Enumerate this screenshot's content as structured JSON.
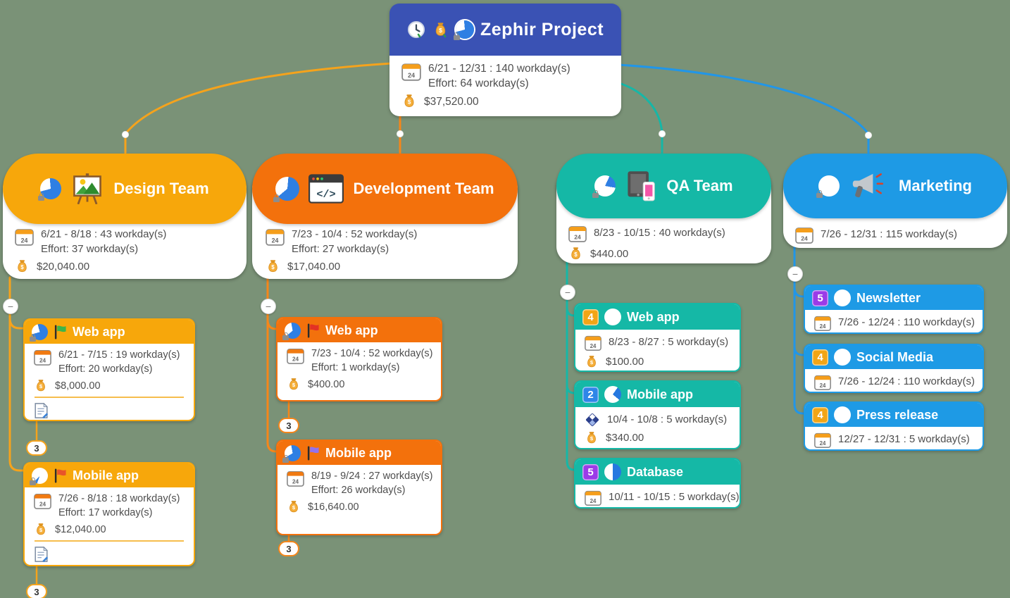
{
  "background_color": "#7a9277",
  "ui": {
    "collapse_glyph": "−"
  },
  "root": {
    "title": "Zephir Project",
    "color": "#3a52b4",
    "icons": [
      "clock-icon",
      "money-bag-icon",
      "pie-chart-icon"
    ],
    "date_range": "6/21 - 12/31 : 140 workday(s)",
    "effort": "Effort: 64 workday(s)",
    "cost": "$37,520.00"
  },
  "teams": [
    {
      "title": "Design Team",
      "color": "#f7a70b",
      "icon": "easel-painting-icon",
      "date_range": "6/21 - 8/18 : 43 workday(s)",
      "effort": "Effort: 37 workday(s)",
      "cost": "$20,040.00",
      "tasks": [
        {
          "title": "Web app",
          "flag_icon": "green-flag-icon",
          "date_range": "6/21 - 7/15 : 19 workday(s)",
          "effort": "Effort: 20 workday(s)",
          "cost": "$8,000.00",
          "has_note": true,
          "collapsed_count": "3"
        },
        {
          "title": "Mobile app",
          "flag_icon": "red-flag-icon",
          "date_range": "7/26 - 8/18 : 18 workday(s)",
          "effort": "Effort: 17 workday(s)",
          "cost": "$12,040.00",
          "has_note": true,
          "collapsed_count": "3"
        }
      ]
    },
    {
      "title": "Development Team",
      "color": "#f3710c",
      "icon": "code-window-icon",
      "date_range": "7/23 - 10/4 : 52 workday(s)",
      "effort": "Effort: 27 workday(s)",
      "cost": "$17,040.00",
      "tasks": [
        {
          "title": "Web app",
          "flag_icon": "red-flag-icon",
          "date_range": "7/23 - 10/4 : 52 workday(s)",
          "effort": "Effort: 1 workday(s)",
          "cost": "$400.00",
          "collapsed_count": "3"
        },
        {
          "title": "Mobile app",
          "flag_icon": "purple-flag-icon",
          "date_range": "8/19 - 9/24 : 27 workday(s)",
          "effort": "Effort: 26 workday(s)",
          "cost": "$16,640.00",
          "collapsed_count": "3"
        }
      ]
    },
    {
      "title": "QA Team",
      "color": "#15b8a6",
      "icon": "tablet-phone-icon",
      "date_range": "8/23 - 10/15 : 40 workday(s)",
      "cost": "$440.00",
      "tasks": [
        {
          "title": "Web app",
          "priority": "4",
          "priority_color": "#f2a516",
          "date_range": "8/23 - 8/27 : 5 workday(s)",
          "cost": "$100.00"
        },
        {
          "title": "Mobile app",
          "priority": "2",
          "priority_color": "#2e86e8",
          "date_range": "10/4 - 10/8 : 5 workday(s)",
          "cost": "$340.00",
          "milestone": true
        },
        {
          "title": "Database",
          "priority": "5",
          "priority_color": "#9b3be8",
          "date_range": "10/11 - 10/15 : 5 workday(s)"
        }
      ]
    },
    {
      "title": "Marketing",
      "color": "#1e9ae5",
      "icon": "megaphone-icon",
      "date_range": "7/26 - 12/31 : 115 workday(s)",
      "tasks": [
        {
          "title": "Newsletter",
          "priority": "5",
          "priority_color": "#9b3be8",
          "date_range": "7/26 - 12/24 : 110 workday(s)"
        },
        {
          "title": "Social Media",
          "priority": "4",
          "priority_color": "#f2a516",
          "date_range": "7/26 - 12/24 : 110 workday(s)"
        },
        {
          "title": "Press release",
          "priority": "4",
          "priority_color": "#f2a516",
          "date_range": "12/27 - 12/31 : 5 workday(s)"
        }
      ]
    }
  ]
}
